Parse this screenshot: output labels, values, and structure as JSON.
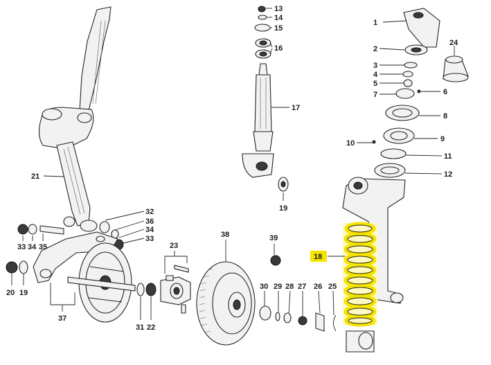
{
  "labels": {
    "l1": "1",
    "l2": "2",
    "l3": "3",
    "l4": "4",
    "l5": "5",
    "l6": "6",
    "l7": "7",
    "l8": "8",
    "l9": "9",
    "l10": "10",
    "l11": "11",
    "l12": "12",
    "l13": "13",
    "l14": "14",
    "l15": "15",
    "l16": "16",
    "l17": "17",
    "l18": "18",
    "l19a": "19",
    "l19b": "19",
    "l20": "20",
    "l21": "21",
    "l22": "22",
    "l23": "23",
    "l24": "24",
    "l25": "25",
    "l26": "26",
    "l27": "27",
    "l28": "28",
    "l29": "29",
    "l30": "30",
    "l31": "31",
    "l32": "32",
    "l33a": "33",
    "l33b": "33",
    "l34a": "34",
    "l34b": "34",
    "l35": "35",
    "l36": "36",
    "l37": "37",
    "l38": "38",
    "l39": "39"
  },
  "colors": {
    "highlight": "#f5e400",
    "spring": "#d9c800",
    "line": "#222222"
  },
  "highlight": {
    "part_number": "18",
    "part": "coil spring"
  }
}
